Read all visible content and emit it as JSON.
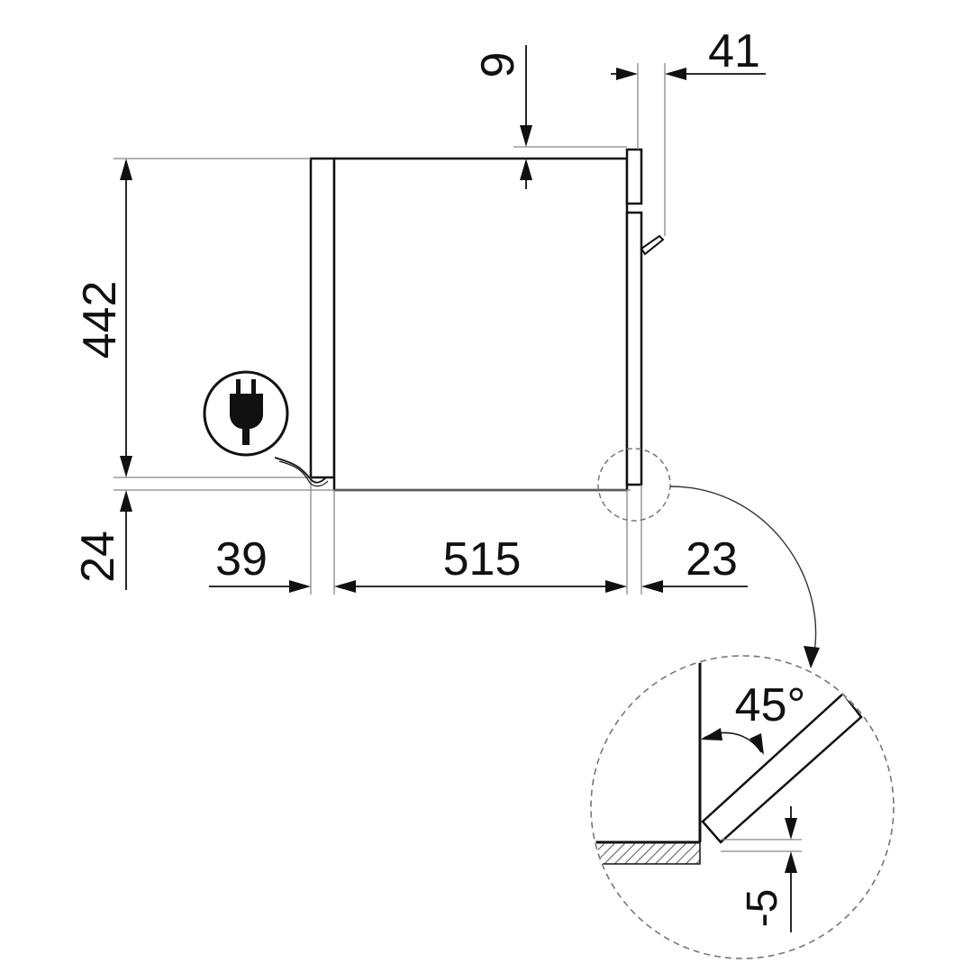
{
  "dimensions": {
    "height_442": "442",
    "top_gap_9": "9",
    "back_41": "41",
    "bottom_24": "24",
    "left_39": "39",
    "depth_515": "515",
    "right_23": "23",
    "angle_45": "45°",
    "offset_minus5": "-5"
  },
  "icons": {
    "power_plug": "power-plug-icon"
  },
  "colors": {
    "line": "#111111",
    "thin_line": "#888888",
    "dashed": "#777777",
    "hatch": "#555555"
  }
}
